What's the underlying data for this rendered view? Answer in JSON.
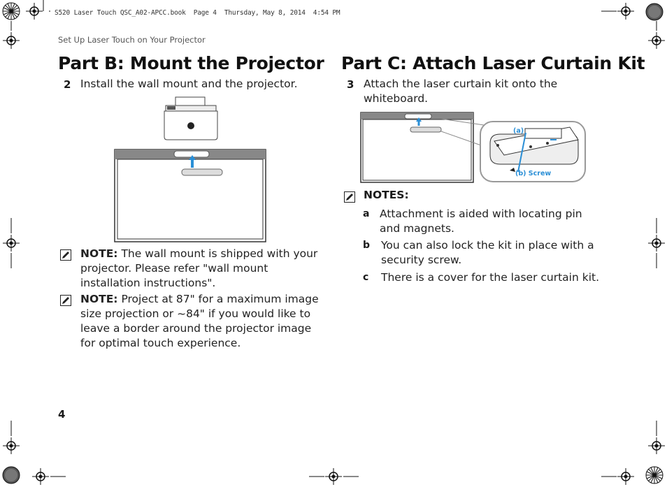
{
  "print_header": "S520 Laser Touch QSC_A02-APCC.book  Page 4  Thursday, May 8, 2014  4:54 PM",
  "running_head": "Set Up Laser Touch on Your Projector",
  "part_b": {
    "title": "Part B: Mount the Projector",
    "step": {
      "number": "2",
      "text": "Install the wall mount and the projector."
    },
    "notes": [
      {
        "label": "NOTE:",
        "text": " The wall mount is shipped with your projector. Please refer \"wall mount installation instructions\"."
      },
      {
        "label": "NOTE:",
        "text": " Project at 87\" for a maximum image size projection or ~84\" if you would like to leave a border around the projector image for optimal touch experience."
      }
    ]
  },
  "part_c": {
    "title": "Part C: Attach Laser Curtain Kit",
    "step": {
      "number": "3",
      "text_line1": "Attach the laser curtain kit onto the",
      "text_line2": "whiteboard."
    },
    "callouts": {
      "a": "(a)",
      "b": "(b) Screw"
    },
    "notes_label": "NOTES:",
    "notes": [
      {
        "letter": "a",
        "line1": "Attachment is aided with locating pin",
        "line2": "and magnets."
      },
      {
        "letter": "b",
        "line1": "You can also lock the kit in place with a",
        "line2": "security screw."
      },
      {
        "letter": "c",
        "line1": "There is a cover for the laser curtain kit.",
        "line2": ""
      }
    ]
  },
  "page_number": "4",
  "colors": {
    "accent_blue": "#2b8fd6",
    "line_dark": "#333333",
    "frame_gray": "#777777"
  }
}
